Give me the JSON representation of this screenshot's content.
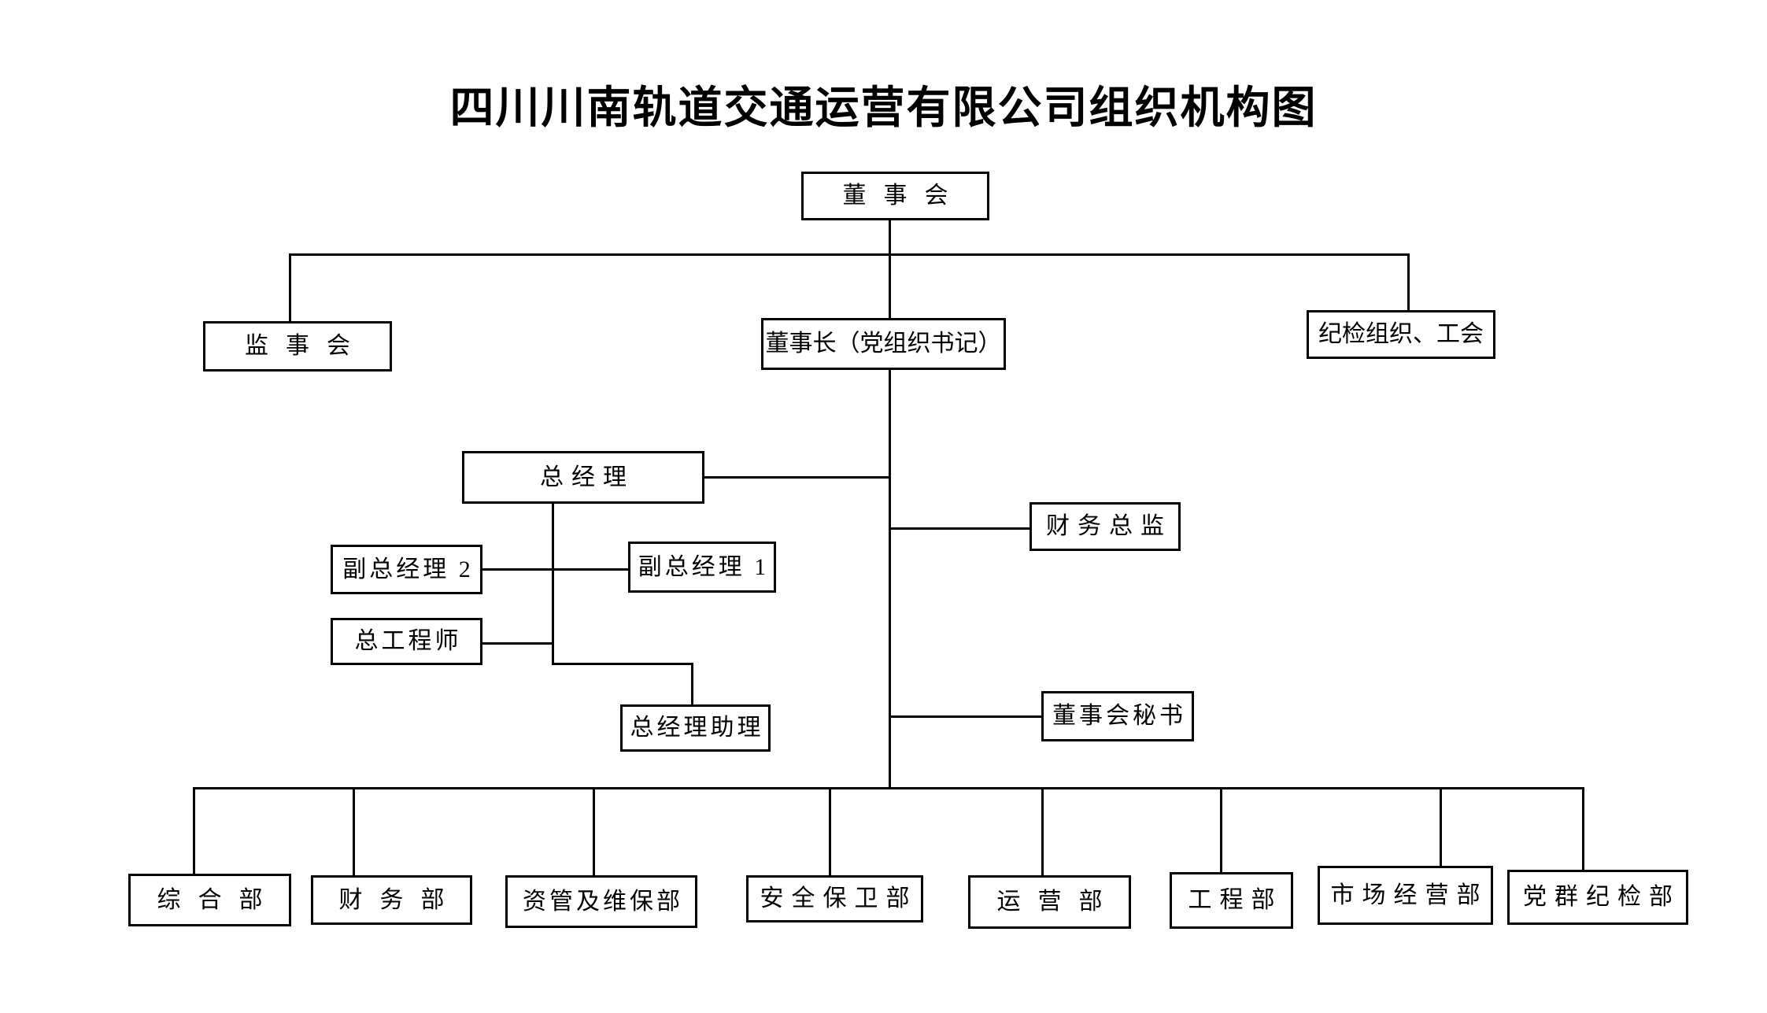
{
  "title": "四川川南轨道交通运营有限公司组织机构图",
  "nodes": {
    "board": {
      "label": "董事会"
    },
    "supervisory": {
      "label": "监事会"
    },
    "chairman": {
      "label": "董事长（党组织书记）"
    },
    "discipline_union": {
      "label": "纪检组织、工会"
    },
    "gm": {
      "label": "总经理"
    },
    "deputy_gm2": {
      "label": "副总经理 2"
    },
    "deputy_gm1": {
      "label": "副总经理 1"
    },
    "chief_engineer": {
      "label": "总工程师"
    },
    "gm_assistant": {
      "label": "总经理助理"
    },
    "cfo": {
      "label": "财务总监"
    },
    "board_secretary": {
      "label": "董事会秘书"
    },
    "dept_general": {
      "label": "综合部"
    },
    "dept_finance": {
      "label": "财务部"
    },
    "dept_asset": {
      "label": "资管及维保部"
    },
    "dept_security": {
      "label": "安全保卫部"
    },
    "dept_operations": {
      "label": "运营部"
    },
    "dept_engineering": {
      "label": "工程部"
    },
    "dept_marketing": {
      "label": "市场经营部"
    },
    "dept_party": {
      "label": "党群纪检部"
    }
  },
  "colors": {
    "line": "#000000",
    "background": "#ffffff",
    "text": "#000000"
  }
}
